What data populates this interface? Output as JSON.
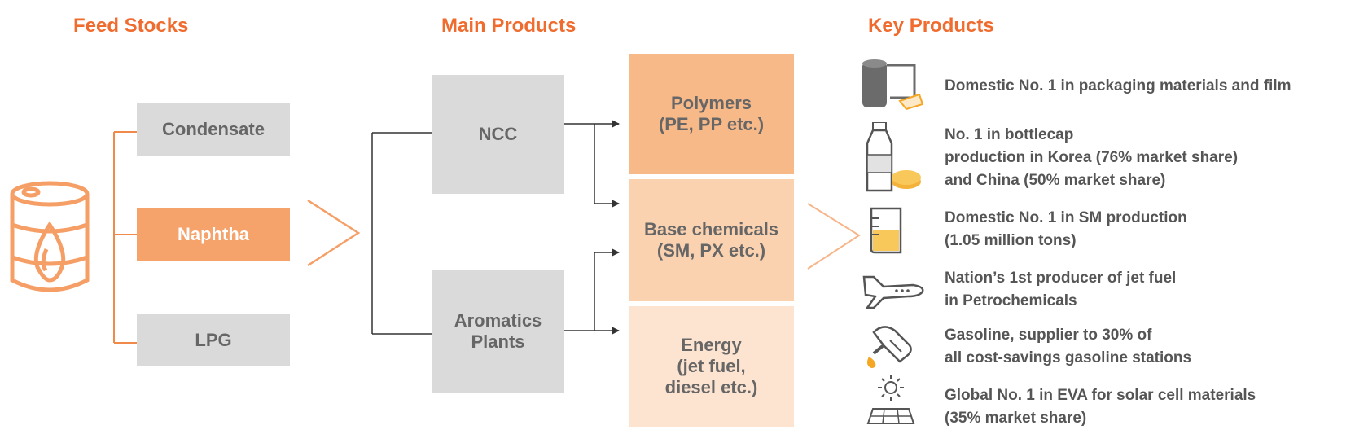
{
  "headings": {
    "feed_stocks": "Feed Stocks",
    "main_products": "Main Products",
    "key_products": "Key Products"
  },
  "feed_stocks": [
    "Condensate",
    "Naphtha",
    "LPG"
  ],
  "plants": {
    "ncc": "NCC",
    "aromatics": [
      "Aromatics",
      "Plants"
    ]
  },
  "products": {
    "polymers": [
      "Polymers",
      "(PE, PP etc.)"
    ],
    "base_chemicals": [
      "Base chemicals",
      "(SM, PX etc.)"
    ],
    "energy": [
      "Energy",
      "(jet fuel,",
      "diesel etc.)"
    ]
  },
  "key_products": [
    {
      "icon": "film-roll-icon",
      "lines": [
        "Domestic No. 1 in packaging materials and film"
      ]
    },
    {
      "icon": "bottle-cap-icon",
      "lines": [
        "No. 1 in bottlecap",
        "production in Korea (76% market share)",
        "and China (50% market share)"
      ]
    },
    {
      "icon": "beaker-icon",
      "lines": [
        "Domestic No. 1 in SM production",
        "(1.05 million tons)"
      ]
    },
    {
      "icon": "airplane-icon",
      "lines": [
        "Nation’s 1st producer of jet fuel",
        "in Petrochemicals"
      ]
    },
    {
      "icon": "fuel-nozzle-icon",
      "lines": [
        "Gasoline, supplier to 30% of",
        "all cost-savings gasoline stations"
      ]
    },
    {
      "icon": "solar-panel-icon",
      "lines": [
        "Global No. 1 in EVA for solar cell materials",
        "(35% market share)"
      ]
    }
  ],
  "colors": {
    "accent": "#f06b2e",
    "naphtha_fill": "#f5a26b",
    "polymers_fill": "#f8b989",
    "base_chemicals_fill": "#fbd2b0",
    "energy_fill": "#fde4d0",
    "gray_box": "#dadada",
    "text_gray": "#666666"
  }
}
